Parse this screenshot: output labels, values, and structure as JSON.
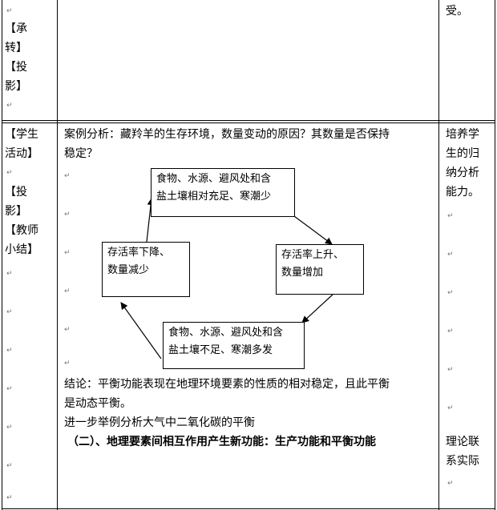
{
  "upper_row": {
    "left_cell": {
      "line1": "【承",
      "line2": "转】",
      "line3": "【投",
      "line4": "影】"
    },
    "right_cell": {
      "text": "受。"
    }
  },
  "lower_row": {
    "left_cell": {
      "line1": "【学生",
      "line2": "活动】",
      "line3": "【投",
      "line4": "影】",
      "line5": "【教师",
      "line6": "小结】"
    },
    "middle_cell": {
      "case_line1": "案例分析：藏羚羊的生存环境，数量变动的原因？其数量是否保持",
      "case_line2": "稳定？",
      "diagram": {
        "top_box_line1": "食物、水源、避风处和含",
        "top_box_line2": "盐土壤相对充足、寒潮少",
        "right_box_line1": "存活率上升、",
        "right_box_line2": "数量增加",
        "bottom_box_line1": "食物、水源、避风处和含",
        "bottom_box_line2": "盐土壤不足、寒潮多发",
        "left_box_line1": "存活率下降、",
        "left_box_line2": "数量减少"
      },
      "conclusion_line1": "结论：平衡功能表现在地理环境要素的性质的相对稳定，且此平衡",
      "conclusion_line2": "是动态平衡。",
      "further_line": "进一步举例分析大气中二氧化碳的平衡",
      "heading": "（二）、地理要素间相互作用产生新功能：生产功能和平衡功能"
    },
    "right_cell": {
      "goal_line1": "培养学",
      "goal_line2": "生的归",
      "goal_line3": "纳分析",
      "goal_line4": "能力。",
      "theory_line1": "理论联",
      "theory_line2": "系实际"
    }
  },
  "paragraph_mark": "↵"
}
